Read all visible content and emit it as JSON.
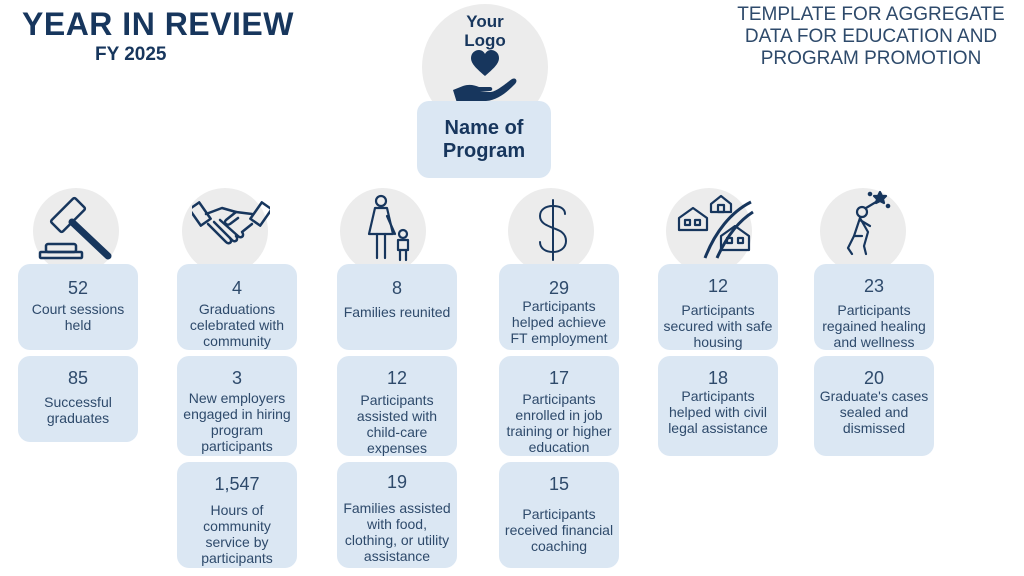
{
  "header": {
    "title": "YEAR IN REVIEW",
    "subtitle": "FY 2025",
    "tagline": "TEMPLATE FOR AGGREGATE DATA FOR EDUCATION AND PROGRAM PROMOTION"
  },
  "logo": {
    "text_line1": "Your",
    "text_line2": "Logo",
    "icon": "hand-heart-icon"
  },
  "program": {
    "line1": "Name of",
    "line2": "Program"
  },
  "colors": {
    "navy": "#17365d",
    "card_bg": "#dbe7f3",
    "circle_bg": "#ececec",
    "text": "#2e4a6b"
  },
  "columns": [
    {
      "icon": "gavel-icon",
      "cards": [
        {
          "value": "52",
          "label": "Court sessions held"
        },
        {
          "value": "85",
          "label": "Successful graduates"
        }
      ]
    },
    {
      "icon": "handshake-icon",
      "cards": [
        {
          "value": "4",
          "label": "Graduations celebrated with community"
        },
        {
          "value": "3",
          "label": "New employers engaged in hiring program participants"
        },
        {
          "value": "1,547",
          "label": "Hours of community service by participants"
        }
      ]
    },
    {
      "icon": "family-icon",
      "cards": [
        {
          "value": "8",
          "label": "Families reunited"
        },
        {
          "value": "12",
          "label": "Participants assisted with child-care expenses"
        },
        {
          "value": "19",
          "label": "Families assisted with food, clothing, or utility assistance"
        }
      ]
    },
    {
      "icon": "dollar-icon",
      "cards": [
        {
          "value": "29",
          "label": "Participants helped achieve FT employment"
        },
        {
          "value": "17",
          "label": "Participants enrolled in job training or higher education"
        },
        {
          "value": "15",
          "label": "Participants received financial coaching"
        }
      ]
    },
    {
      "icon": "housing-icon",
      "cards": [
        {
          "value": "12",
          "label": "Participants secured with safe housing"
        },
        {
          "value": "18",
          "label": "Participants helped with civil legal assistance"
        }
      ]
    },
    {
      "icon": "wellness-icon",
      "cards": [
        {
          "value": "23",
          "label": "Participants regained healing and wellness"
        },
        {
          "value": "20",
          "label": "Graduate's cases sealed and dismissed"
        }
      ]
    }
  ]
}
